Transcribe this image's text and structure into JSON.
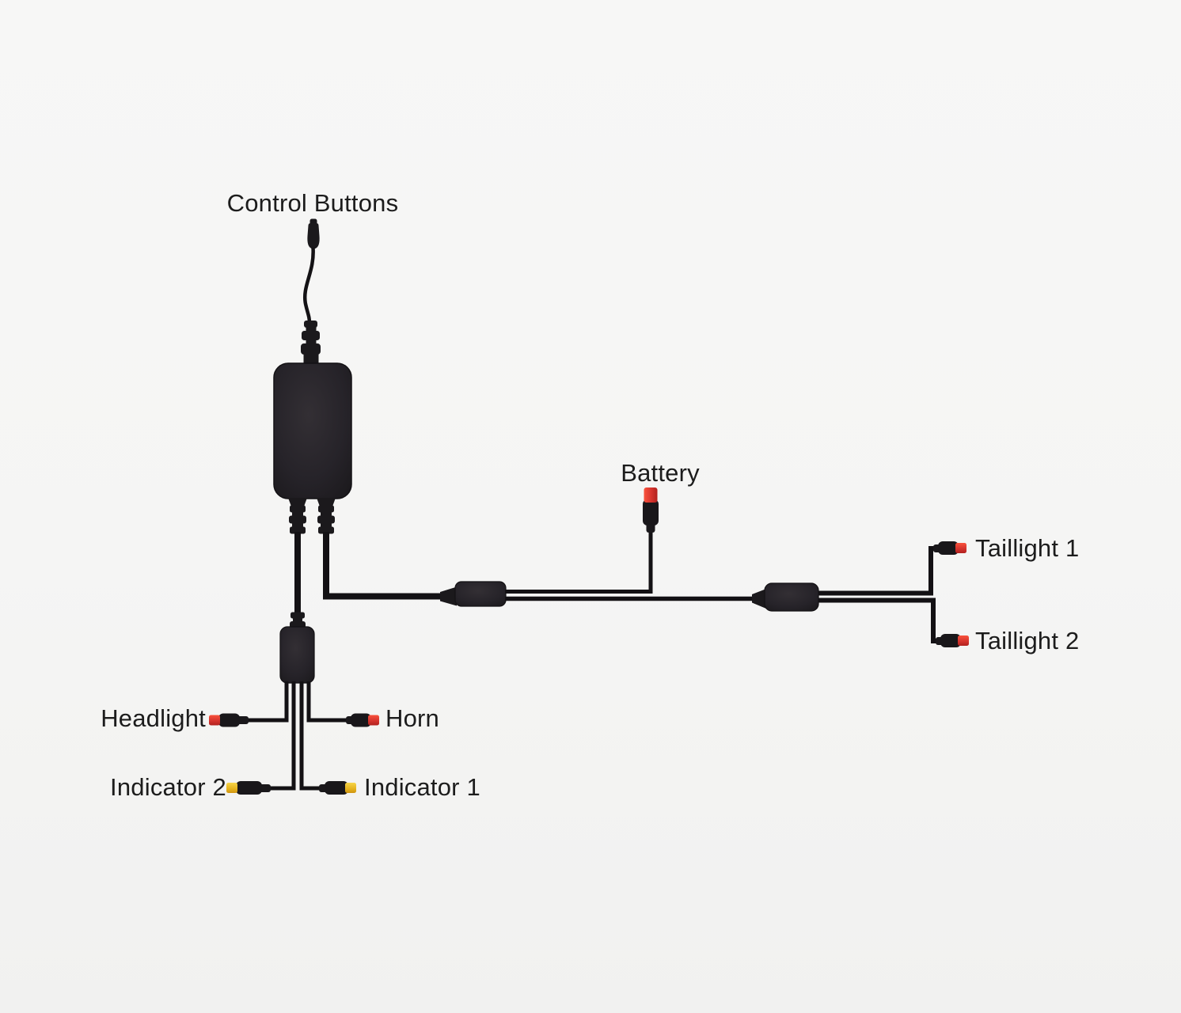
{
  "diagram": {
    "kind": "wiring-harness-diagram",
    "labels": {
      "control_buttons": "Control Buttons",
      "battery": "Battery",
      "taillight_1": "Taillight 1",
      "taillight_2": "Taillight 2",
      "headlight": "Headlight",
      "horn": "Horn",
      "indicator_2": "Indicator 2",
      "indicator_1": "Indicator 1"
    },
    "colors": {
      "background": "#f5f5f4",
      "wire": "#131114",
      "housing": "#242126",
      "power_connector_tip": "#d6342e",
      "indicator_connector_tip": "#e5b31e",
      "label_text": "#1c1c1c"
    }
  }
}
